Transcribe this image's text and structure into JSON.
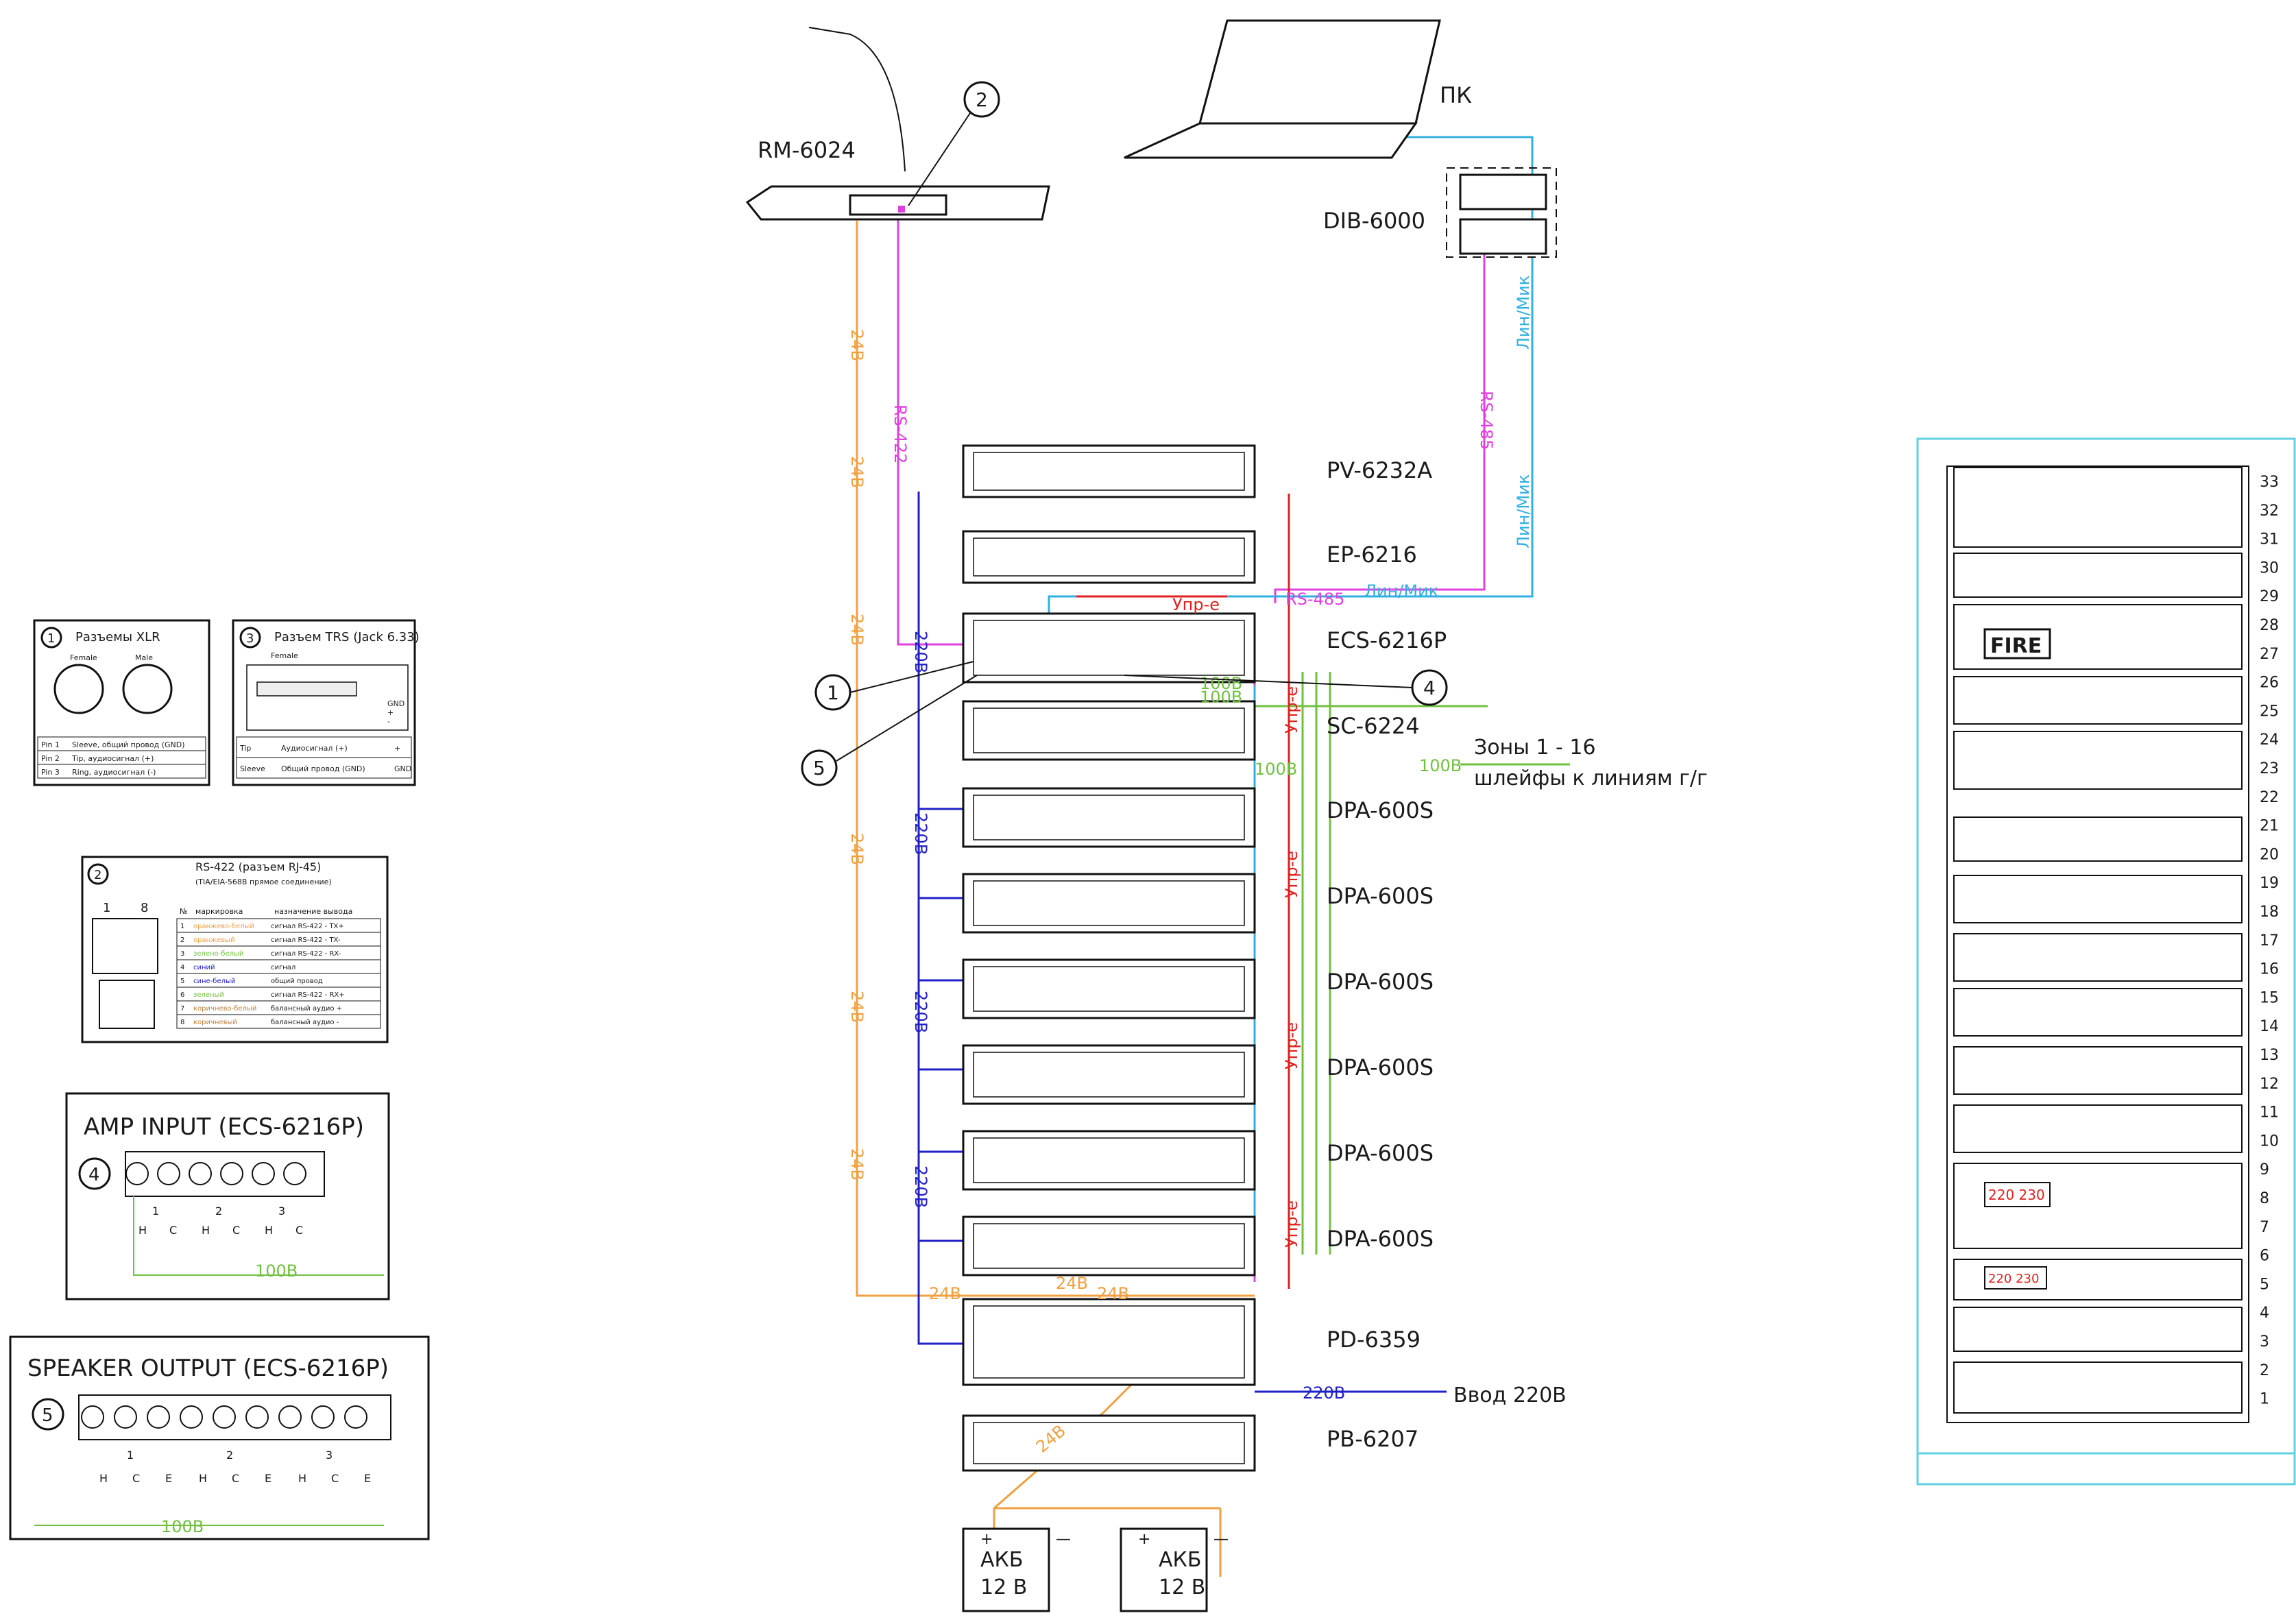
{
  "devices": {
    "rm": "RM-6024",
    "pc": "ПК",
    "dib": "DIB-6000",
    "stack": [
      "PV-6232A",
      "EP-6216",
      "ECS-6216P",
      "SC-6224",
      "DPA-600S",
      "DPA-600S",
      "DPA-600S",
      "DPA-600S",
      "DPA-600S",
      "DPA-600S",
      "PD-6359",
      "PB-6207"
    ]
  },
  "wires": {
    "v24": "24В",
    "v220": "220В",
    "rs422": "RS-422",
    "rs485": "RS-485",
    "lin_mic": "Лин/Мик",
    "ctrl": "Упр-е",
    "v100": "100В",
    "mains_in": "Ввод 220В"
  },
  "zones": {
    "line1": "Зоны 1 - 16",
    "line2": "шлейфы к линиям г/г"
  },
  "batteries": {
    "name": "АКБ",
    "voltage": "12 В",
    "plus": "+",
    "minus": "—"
  },
  "callouts": [
    "1",
    "2",
    "3",
    "4",
    "5"
  ],
  "xlr_box": {
    "num": "1",
    "title": "Разъемы XLR",
    "female": "Female",
    "male": "Male",
    "rows": [
      [
        "Pin 1",
        "Sleeve, общий провод (GND)"
      ],
      [
        "Pin 2",
        "Tip, аудиосигнал (+)"
      ],
      [
        "Pin 3",
        "Ring, аудиосигнал (-)"
      ]
    ]
  },
  "trs_box": {
    "num": "3",
    "title": "Разъем TRS (Jack 6.33)",
    "female": "Female",
    "plug_labels": [
      "GND",
      "+",
      "-"
    ],
    "rows": [
      [
        "Tip",
        "Аудиосигнал (+)",
        "+"
      ],
      [
        "Sleeve",
        "Общий провод (GND)",
        "GND"
      ]
    ]
  },
  "rj45_box": {
    "num": "2",
    "title": "RS-422 (разъем RJ-45)",
    "subtitle": "(TIA/EIA-568B прямое соединение)",
    "pin_a": "1",
    "pin_b": "8",
    "head": [
      "№",
      "маркировка",
      "назначение вывода"
    ],
    "rows": [
      [
        "1",
        "оранжево-белый",
        "сигнал RS-422 - TX+"
      ],
      [
        "2",
        "оранжевый",
        "сигнал RS-422 - TX-"
      ],
      [
        "3",
        "зелено-белый",
        "сигнал RS-422 - RX-"
      ],
      [
        "4",
        "синий",
        "сигнал"
      ],
      [
        "5",
        "сине-белый",
        "общий провод"
      ],
      [
        "6",
        "зеленый",
        "сигнал RS-422 - RX+"
      ],
      [
        "7",
        "коричнево-белый",
        "балансный аудио +"
      ],
      [
        "8",
        "коричневый",
        "балансный аудио -"
      ]
    ]
  },
  "amp_input": {
    "num": "4",
    "title": "AMP INPUT (ECS-6216P)",
    "channels": [
      "1",
      "2",
      "3"
    ],
    "pins": [
      "Н",
      "С"
    ],
    "v": "100В"
  },
  "speaker_output": {
    "num": "5",
    "title": "SPEAKER OUTPUT (ECS-6216P)",
    "channels": [
      "1",
      "2",
      "3"
    ],
    "pins": [
      "Н",
      "С",
      "Е"
    ],
    "v": "100В"
  },
  "rack": {
    "units": [
      "33",
      "32",
      "31",
      "30",
      "29",
      "28",
      "27",
      "26",
      "25",
      "24",
      "23",
      "22",
      "21",
      "20",
      "19",
      "18",
      "17",
      "16",
      "15",
      "14",
      "13",
      "12",
      "11",
      "10",
      "9",
      "8",
      "7",
      "6",
      "5",
      "4",
      "3",
      "2",
      "1"
    ],
    "fire": "FIRE",
    "display": "220 230"
  },
  "colors": {
    "v24": "#f0a040",
    "v220": "#2020c8",
    "rs422": "#e040e0",
    "lin_mic": "#30b0e0",
    "ctrl": "#e02020",
    "v100": "#70c040",
    "rack": "#60d0e0"
  }
}
